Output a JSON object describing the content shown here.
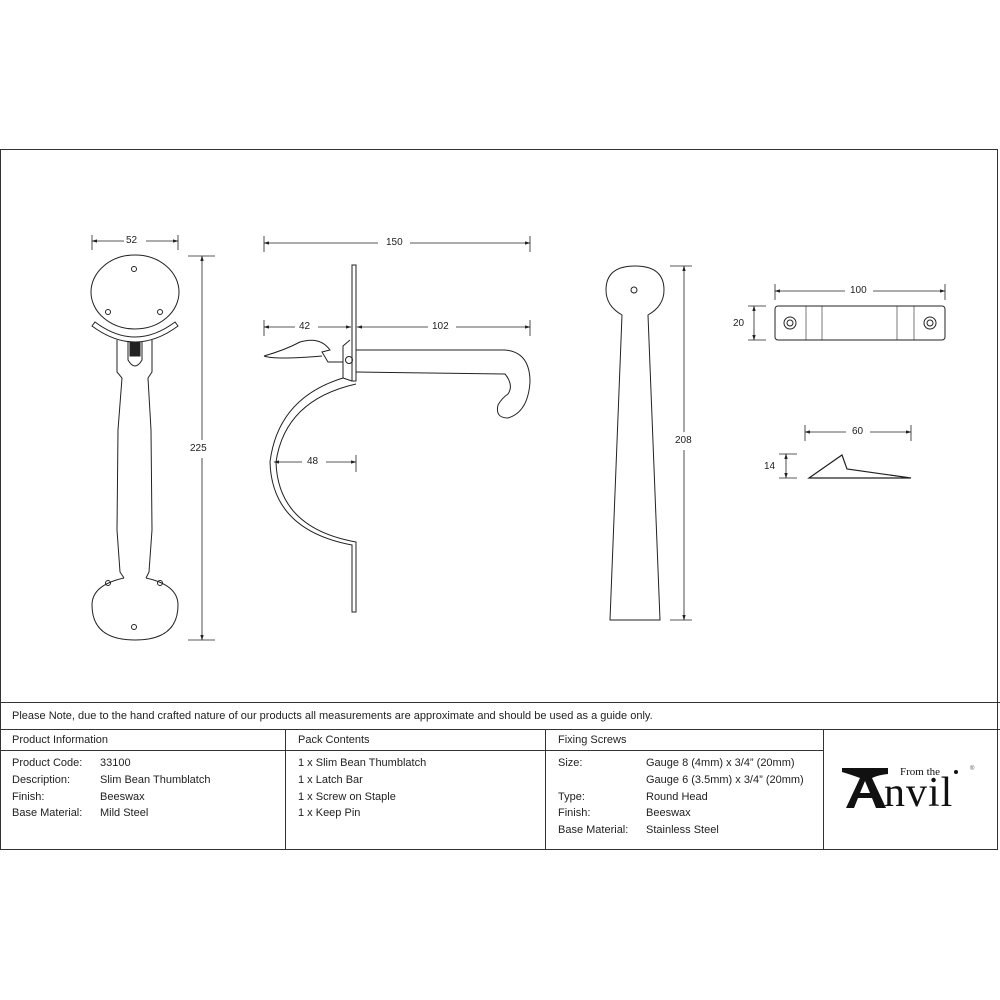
{
  "dimensions": {
    "handle_width": "52",
    "handle_height": "225",
    "latch_total_length": "150",
    "thumb_length": "42",
    "latch_bar_length": "102",
    "guard_depth": "48",
    "backplate_height": "208",
    "staple_length": "100",
    "staple_height": "20",
    "keep_length": "60",
    "keep_height": "14"
  },
  "note": "Please Note, due to the hand crafted nature of our products all measurements are approximate and should be used as a guide only.",
  "product_information": {
    "title": "Product Information",
    "rows": [
      {
        "label": "Product Code:",
        "value": "33100"
      },
      {
        "label": "Description:",
        "value": "Slim Bean Thumblatch"
      },
      {
        "label": "Finish:",
        "value": "Beeswax"
      },
      {
        "label": "Base Material:",
        "value": "Mild Steel"
      }
    ]
  },
  "pack_contents": {
    "title": "Pack Contents",
    "items": [
      "1 x Slim Bean Thumblatch",
      "1 x Latch Bar",
      "1 x Screw on Staple",
      "1 x Keep Pin"
    ]
  },
  "fixing_screws": {
    "title": "Fixing Screws",
    "rows": [
      {
        "label": "Size:",
        "value": "Gauge 8 (4mm) x 3/4” (20mm)"
      },
      {
        "label": "",
        "value": "Gauge 6 (3.5mm) x 3/4” (20mm)"
      },
      {
        "label": "Type:",
        "value": "Round Head"
      },
      {
        "label": "Finish:",
        "value": "Beeswax"
      },
      {
        "label": "Base Material:",
        "value": "Stainless Steel"
      }
    ]
  },
  "logo": {
    "prefix": "From the",
    "word_initial": "A",
    "word_rest": "nvil",
    "registered": "®"
  }
}
